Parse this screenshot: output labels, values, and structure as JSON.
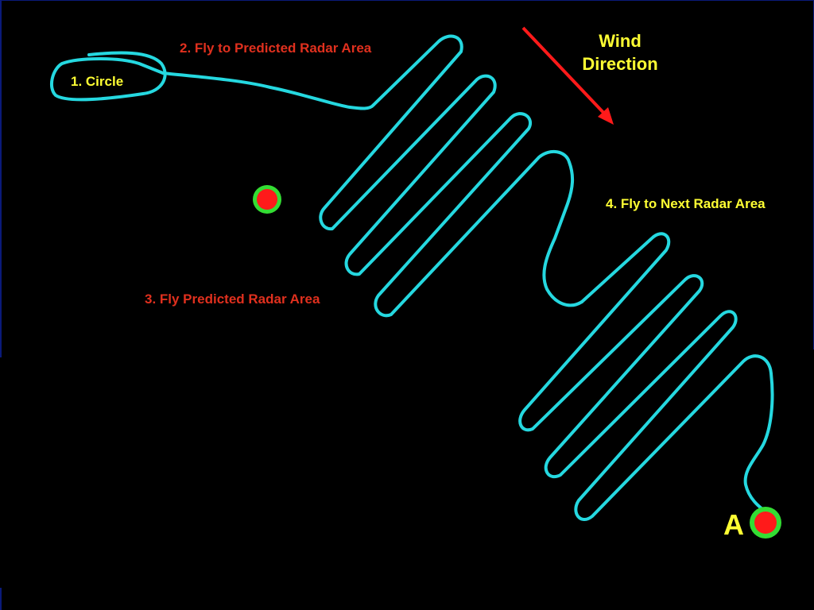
{
  "colors": {
    "background": "#000000",
    "path": "#25d8e0",
    "yellow_label": "#ffff33",
    "red_label": "#e0301e",
    "marker_fill": "#ff1a1a",
    "marker_ring": "#33dd33",
    "arrow": "#ff1a1a"
  },
  "labels": {
    "circle": "1. Circle",
    "fly_to_predicted": "2. Fly to Predicted Radar Area",
    "fly_predicted_area": "3. Fly Predicted Radar Area",
    "fly_next_area": "4. Fly to Next Radar Area",
    "wind_direction": "Wind Direction",
    "point_a": "A"
  },
  "markers": [
    {
      "name": "radar-marker-start",
      "icon": "red-dot-green-ring"
    },
    {
      "name": "radar-marker-a",
      "icon": "red-dot-green-ring"
    }
  ],
  "arrow": {
    "icon": "wind-direction-arrow"
  }
}
